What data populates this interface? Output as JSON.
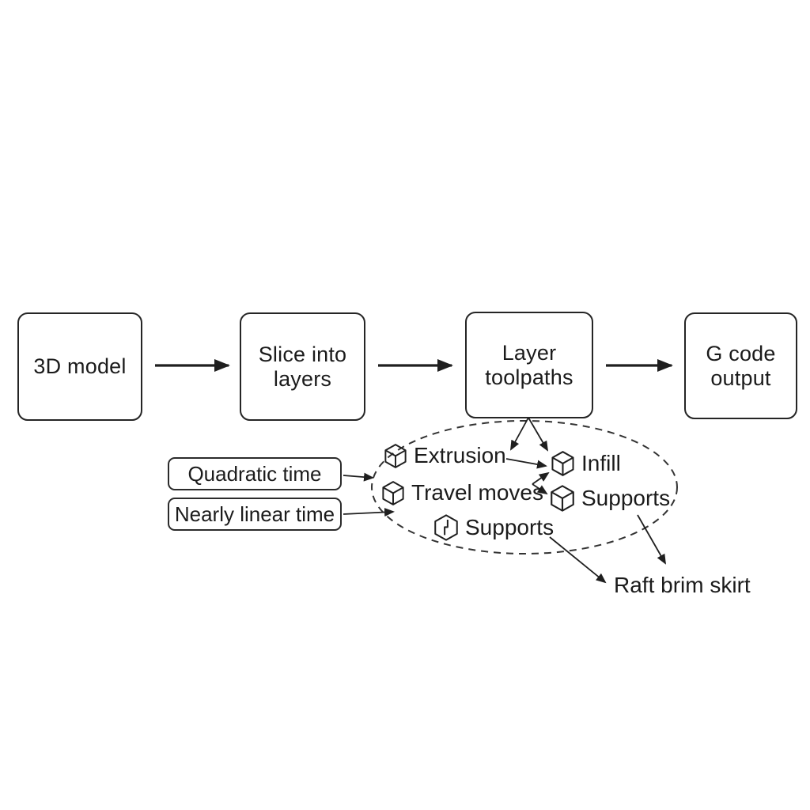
{
  "canvas": {
    "background_color": "#ffffff",
    "line_color": "#1f1f1f"
  },
  "flow_boxes": [
    {
      "label": "3D model"
    },
    {
      "label": "Slice into\nlayers"
    },
    {
      "label": "Layer\ntoolpaths"
    },
    {
      "label": "G code\noutput"
    }
  ],
  "time_labels": [
    {
      "label": "Quadratic time"
    },
    {
      "label": "Nearly linear time"
    }
  ],
  "toolpath_items": {
    "extrusion": {
      "label": "Extrusion",
      "icon": "cube-icon"
    },
    "travel_moves": {
      "label": "Travel moves",
      "icon": "cube-icon"
    },
    "supports_bottom": {
      "label": "Supports",
      "icon": "open-cube-icon"
    },
    "infill": {
      "label": "Infill",
      "icon": "cube-icon"
    },
    "supports_right": {
      "label": "Supports",
      "icon": "cube-icon"
    }
  },
  "output_label": {
    "label": "Raft brim skirt"
  }
}
